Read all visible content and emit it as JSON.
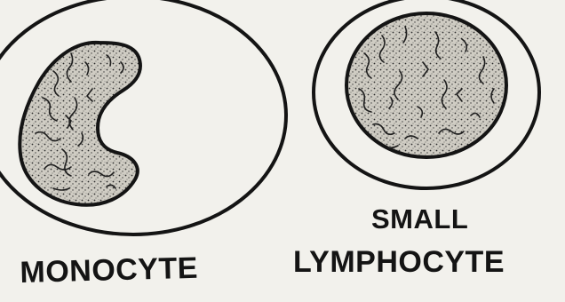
{
  "cells": [
    {
      "name": "monocyte",
      "label_lines": [
        "MONOCYTE"
      ]
    },
    {
      "name": "small-lymphocyte",
      "label_lines": [
        "SMALL",
        "LYMPHOCYTE"
      ]
    }
  ],
  "colors": {
    "background": "#f2f1ec",
    "ink": "#141414",
    "nucleus_fill": "#c9c6bd"
  }
}
